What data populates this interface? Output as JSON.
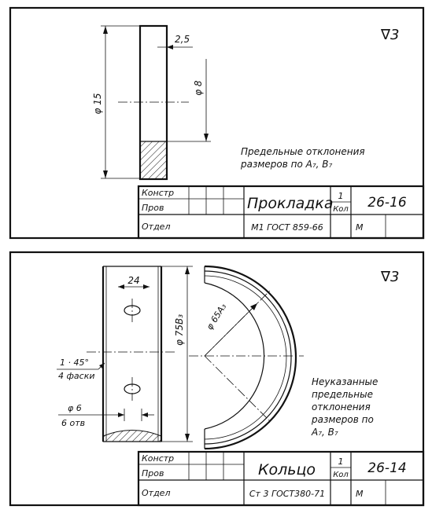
{
  "top_drawing": {
    "finish_mark": "∇3",
    "dim_thickness": "2,5",
    "dim_outer_dia": "φ 15",
    "dim_inner_dia": "φ 8",
    "note_line1": "Предельные отклонения",
    "note_line2": "размеров по A₇, B₇",
    "title_block": {
      "row1_label": "Констр",
      "row2_label": "Пров",
      "row3_label": "Отдел",
      "part_name": "Прокладка",
      "qty_value": "1",
      "qty_label": "Кол",
      "part_number": "26-16",
      "material": "М1  ГОСТ 859-66",
      "scale_letter": "М"
    }
  },
  "bottom_drawing": {
    "finish_mark": "∇3",
    "dim_width": "24",
    "dim_outer_dia": "φ 75B₃",
    "dim_inner_dia": "φ 65A₃",
    "chamfer_line1": "1 · 45°",
    "chamfer_line2": "4 фаски",
    "hole_line1": "φ 6",
    "hole_line2": "6 отв",
    "note_line1": "Неуказанные",
    "note_line2": "предельные",
    "note_line3": "отклонения",
    "note_line4": "размеров по",
    "note_line5": "A₇, B₇",
    "title_block": {
      "row1_label": "Констр",
      "row2_label": "Пров",
      "row3_label": "Отдел",
      "part_name": "Кольцо",
      "qty_value": "1",
      "qty_label": "Кол",
      "part_number": "26-14",
      "material": "Ст 3  ГОСТ380-71",
      "scale_letter": "М"
    }
  }
}
